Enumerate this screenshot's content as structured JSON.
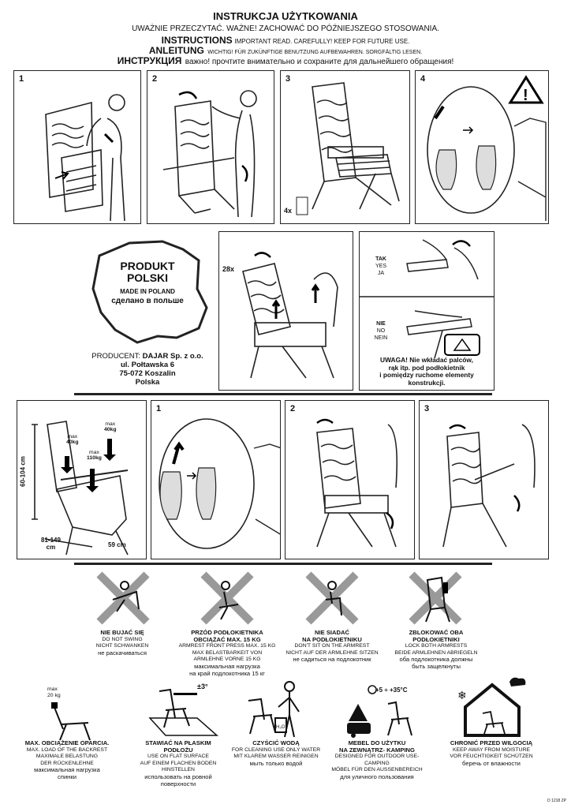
{
  "header": {
    "pl_title": "INSTRUKCJA UŻYTKOWANIA",
    "pl_sub": "UWAŻNIE PRZECZYTAĆ. WAŻNE! ZACHOWAĆ DO PÓŹNIEJSZEGO STOSOWANIA.",
    "en_title": "INSTRUCTIONS",
    "en_sub": "IMPORTANT READ. CAREFULLY! KEEP FOR FUTURE USE.",
    "de_title": "ANLEITUNG",
    "de_sub": "WICHTIG! FÜR ZUKÜNFTIGE BENUTZUNG AUFBEWAHREN. SORGFÄLTIG LESEN.",
    "ru_title": "ИНСТРУКЦИЯ",
    "ru_sub": "важно! прочтите внимательно и сохраните для дальнейшего обращения!"
  },
  "steps_top": [
    "1",
    "2",
    "3",
    "4"
  ],
  "assembly": {
    "count": "4x"
  },
  "produkt": {
    "line1": "PRODUKT",
    "line2": "POLSKI",
    "made_en": "MADE IN POLAND",
    "made_ru": "сделано в польше",
    "producer_label": "PRODUCENT:",
    "producer_name": "DAJAR Sp. z o.o.",
    "street": "ul. Połtawska 6",
    "city": "75-072 Koszalin",
    "country": "Polska"
  },
  "cleaning": {
    "count": "28x"
  },
  "fingers": {
    "yes_pl": "TAK",
    "yes_en": "YES",
    "yes_de": "JA",
    "no_pl": "NIE",
    "no_en": "NO",
    "no_de": "NEIN",
    "warning_lines": [
      "UWAGA! Nie wkładać palców,",
      "rąk itp. pod podłokietnik",
      "i pomiędzy ruchome elementy",
      "konstrukcji."
    ]
  },
  "dimensions": {
    "max40_a": "max",
    "max40_a_val": "40kg",
    "max40_b": "max",
    "max40_b_val": "40kg",
    "max110": "max",
    "max110_val": "110kg",
    "height": "60-104 cm",
    "length": "81-149",
    "length_unit": "cm",
    "width": "59 cm"
  },
  "steps_mid": [
    "1",
    "2",
    "3"
  ],
  "warnings_row1": [
    {
      "title": "NIE BUJAĆ SIĘ",
      "en": "DO NOT SWING",
      "de": "NICHT SCHWANKEN",
      "ru": "не раскачиваться"
    },
    {
      "title": "PRZÓD PODŁOKIETNIKA",
      "title2": "OBCIĄŻAĆ MAX. 15 KG",
      "en": "ARMREST FRONT PRESS MAX. 15 KG",
      "de": "MAX BELASTBARKEIT VON",
      "de2": "ARMLEHNE VORNE 15 KG",
      "ru": "максимальная нагрузка",
      "ru2": "на край подлокотника 15 кг"
    },
    {
      "title": "NIE SIADAĆ",
      "title2": "NA PODŁOKIETNIKU",
      "en": "DON'T SIT ON THE ARMREST",
      "de": "NICHT AUF DER ARMLEHNE SITZEN",
      "ru": "не садиться на подлокотник"
    },
    {
      "title": "ZBLOKOWAĆ OBA",
      "title2": "PODŁOKIETNIKI",
      "en": "LOCK BOTH ARMRESTS",
      "de": "BEIDE ARMLEHNEN ABRIEGELN",
      "ru": "оба подлокотника должны",
      "ru2": "быть защелкнуты"
    }
  ],
  "warnings_row2": [
    {
      "title": "MAX. OBCIĄŻENIE OPARCIA.",
      "en": "MAX. LOAD OF THE BACKREST",
      "de": "MAXIMALE BELASTUNG",
      "de2": "DER RÜCKENLEHNE",
      "ru": "максимальная нагрузка",
      "ru2": "спинки",
      "note_max": "max",
      "note_val": "20 kg"
    },
    {
      "title": "STAWIAĆ NA PŁASKIM",
      "title2": "PODŁOŻU",
      "en": "USE ON FLAT SURFACE",
      "de": "AUF EINEM FLACHEN BODEN",
      "de2": "HINSTELLEN",
      "ru": "использовать на ровной",
      "ru2": "поверхности",
      "angle": "±3°"
    },
    {
      "title": "CZYŚCIĆ WODĄ",
      "en": "FOR CLEANING USE ONLY WATER",
      "de": "MIT KLAREM WASSER REINIGEN",
      "ru": "мыть только водой",
      "label": "H₂O"
    },
    {
      "title": "MEBEL DO UŻYTKU",
      "title2": "NA ZEWNĄTRZ- KAMPING",
      "en": "DESIGNED FOR OUTDOOR USE- CAMPING",
      "de": "MÖBEL FÜR DEN AUSSENBEREICH",
      "ru": "для уличного пользования",
      "temp": "+5 ÷ +35°C"
    },
    {
      "title": "CHRONIĆ PRZED WILGOCIĄ",
      "en": "KEEP AWAY FROM MOISTURE",
      "de": "VOR FEUCHTIGKEIT SCHÜTZEN",
      "ru": "беречь от влажности"
    }
  ],
  "footer_code": "D 1218 ZP"
}
